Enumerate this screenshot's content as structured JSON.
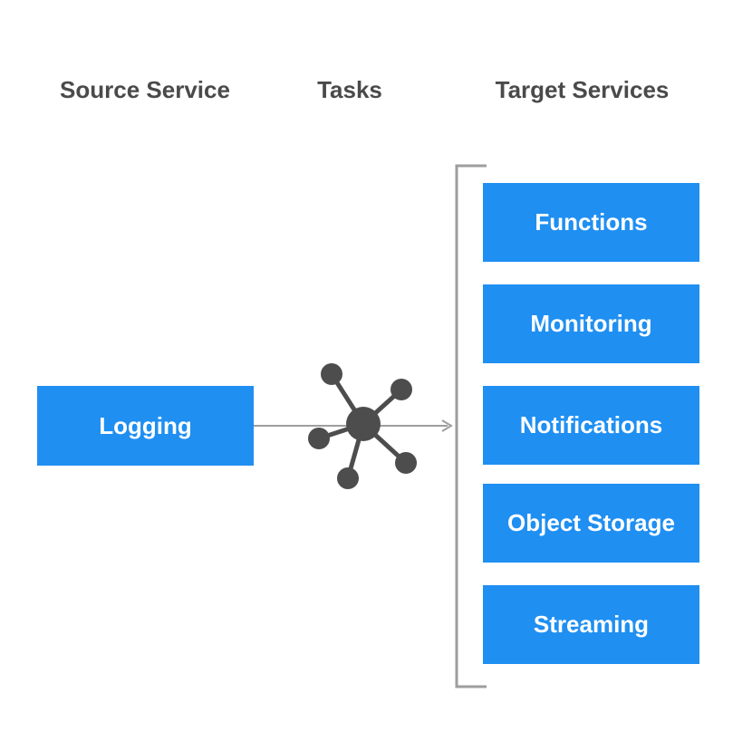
{
  "headers": {
    "source": "Source Service",
    "tasks": "Tasks",
    "targets": "Target Services"
  },
  "source": {
    "label": "Logging"
  },
  "targets": [
    {
      "label": "Functions"
    },
    {
      "label": "Monitoring"
    },
    {
      "label": "Notifications"
    },
    {
      "label": "Object Storage"
    },
    {
      "label": "Streaming"
    }
  ],
  "tasks_icon": "hub-network-icon",
  "colors": {
    "box": "#1f8ff2",
    "box_text": "#ffffff",
    "header_text": "#4a4a4a",
    "connector": "#9e9e9e",
    "icon": "#4d4d4d"
  }
}
